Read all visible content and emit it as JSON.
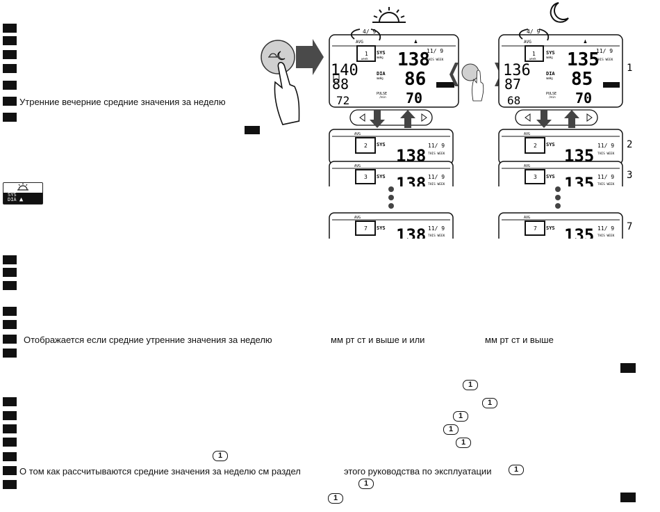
{
  "text": {
    "morning_evening_line": "Утренние  вечерние средние значения за неделю",
    "shown_if_line_part1": "Отображается  если средние утренние значения за неделю",
    "shown_if_line_part2": "мм рт ст  и выше и  или",
    "shown_if_line_part3": "мм рт ст  и выше",
    "about_line_part1": "О том  как рассчитываются средние значения за неделю  см  раздел",
    "about_line_part2": "этого руководства по эксплуатации"
  },
  "badge": {
    "label": "1"
  },
  "indicator": {
    "sys": "SYS",
    "dia": "DIA"
  },
  "lcd": {
    "time": "4/ 9",
    "avg": "AVG",
    "sys": "SYS",
    "sys_unit": "mmHg",
    "dia": "DIA",
    "pulse": "PULSE",
    "pulse_unit": "/min",
    "date": "11/ 9",
    "this_week": "THIS WEEK",
    "week": "week",
    "morning": {
      "week_no": "1",
      "bg_sys": "140",
      "bg_dia": "88",
      "bg_pulse": "72",
      "sys": "138",
      "dia": "86",
      "pulse": "70"
    },
    "evening": {
      "week_no": "1",
      "bg_sys": "136",
      "bg_dia": "87",
      "bg_pulse": "68",
      "sys": "135",
      "dia": "85",
      "pulse": "70"
    },
    "rows": [
      {
        "week_no": "2",
        "morning_sys": "138",
        "evening_sys": "135",
        "label": "2"
      },
      {
        "week_no": "3",
        "morning_sys": "138",
        "evening_sys": "135",
        "label": "3"
      },
      {
        "week_no": "7",
        "morning_sys": "138",
        "evening_sys": "135",
        "label": "7"
      }
    ],
    "side_label_top": "1"
  }
}
